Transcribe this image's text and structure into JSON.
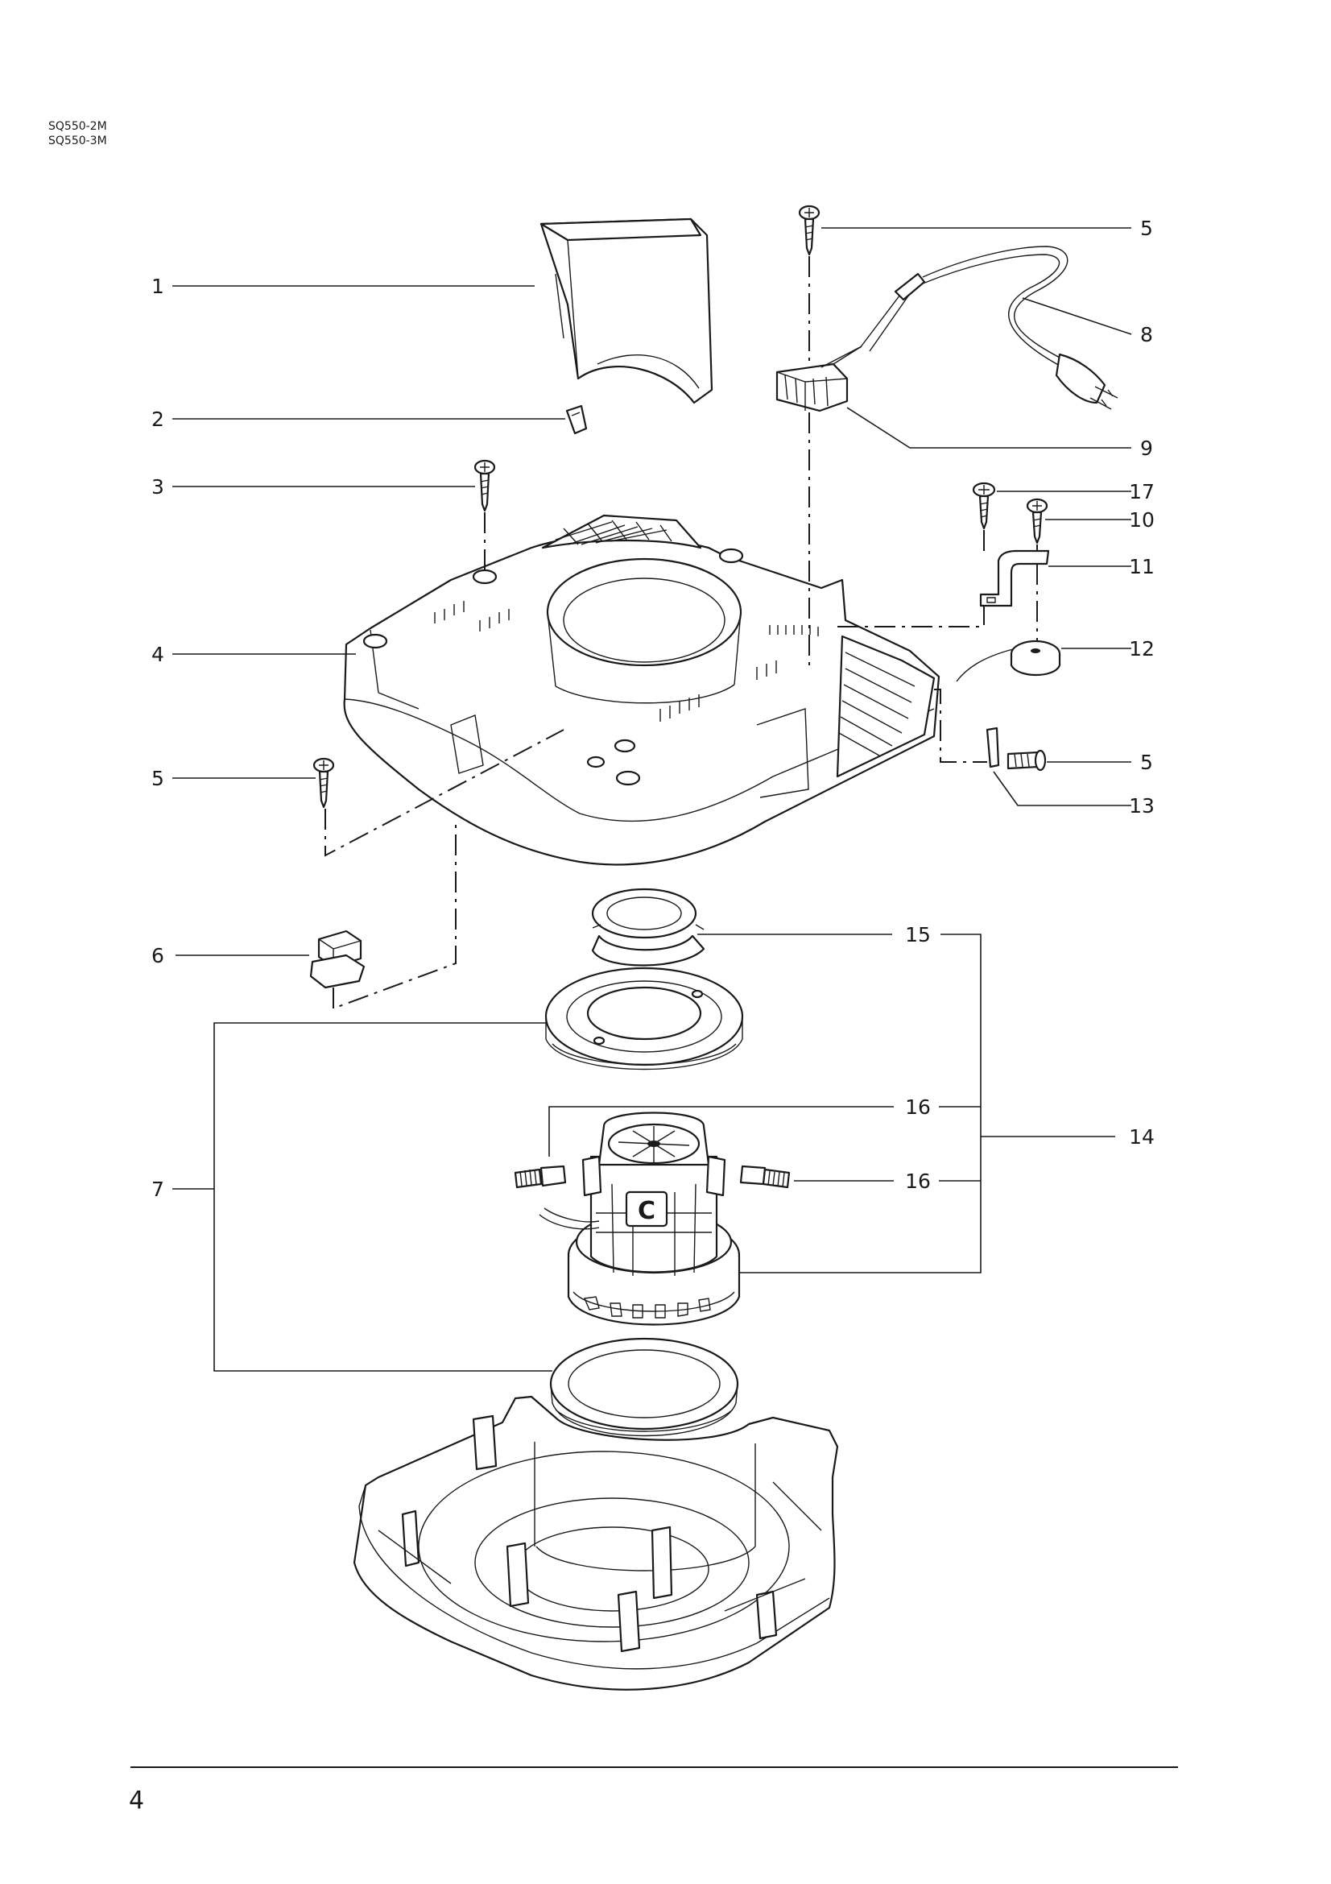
{
  "header": {
    "models": [
      "SQ550-2M",
      "SQ550-3M"
    ]
  },
  "callouts": [
    "1",
    "2",
    "3",
    "4",
    "5",
    "5",
    "6",
    "7",
    "5",
    "8",
    "9",
    "17",
    "10",
    "11",
    "12",
    "5",
    "13",
    "15",
    "16",
    "14",
    "16"
  ],
  "motor_mark": "C",
  "footer": {
    "page_number": "4"
  }
}
